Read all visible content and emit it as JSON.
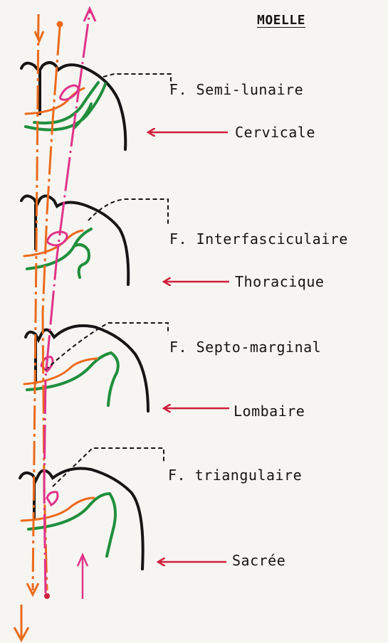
{
  "title": "MOELLE",
  "labels": {
    "cervical_fasciculus": "F. Semi-lunaire",
    "cervical_region": "Cervicale",
    "thoracic_fasciculus": "F. Interfasciculaire",
    "thoracic_region": "Thoracique",
    "lumbar_fasciculus": "F. Septo-marginal",
    "lumbar_region": "Lombaire",
    "sacral_fasciculus": "F. triangulaire",
    "sacral_region": "Sacrée"
  },
  "colors": {
    "outline": "#151515",
    "descending_fibers": "#ec6a1c",
    "ascending_fibers": "#e0338a",
    "fasciculus": "#1f8f3c",
    "pointer_arrows": "#cf1f3a",
    "label_text": "#151515"
  }
}
